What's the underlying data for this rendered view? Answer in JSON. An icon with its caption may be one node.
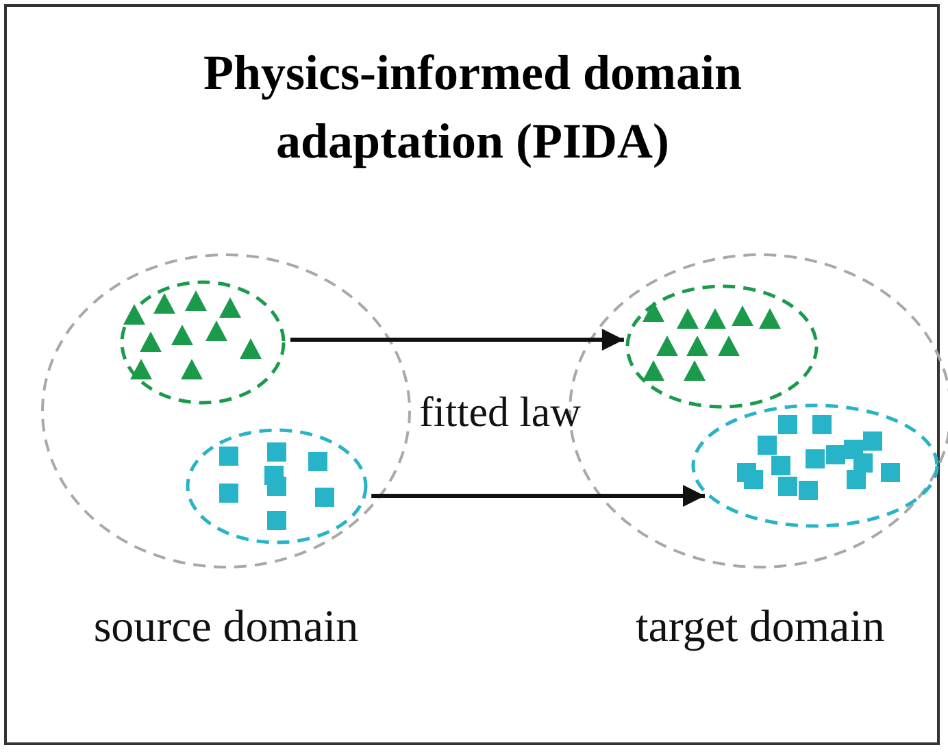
{
  "diagram": {
    "title": "Physics-informed domain adaptation (PIDA)",
    "nodes": [
      {
        "text": [
          "source domain"
        ]
      },
      {
        "text": [],
        "shape": "ellipse",
        "in": 0
      },
      {
        "text": [],
        "shape": "ellipse",
        "in": 0
      },
      {
        "text": [
          "target domain"
        ]
      },
      {
        "text": [],
        "shape": "ellipse",
        "in": 3
      },
      {
        "text": [],
        "shape": "ellipse",
        "in": 3
      }
    ],
    "edges": [
      {
        "from": 1,
        "to": 4,
        "arrow": "to"
      },
      {
        "from": 2,
        "to": 5,
        "arrow": "to"
      }
    ],
    "labels": [
      "fitted law"
    ]
  }
}
